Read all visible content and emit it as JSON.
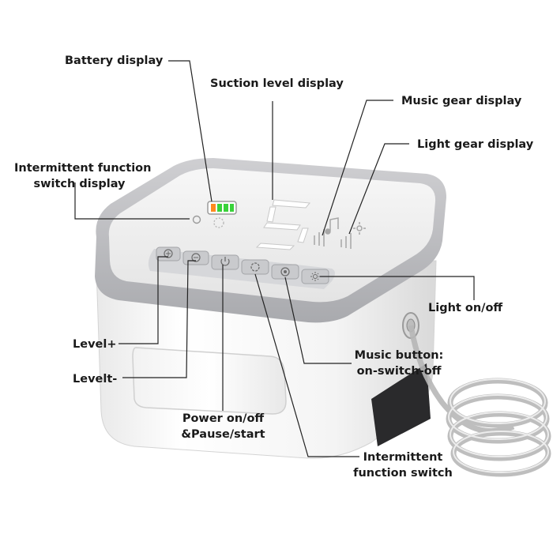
{
  "labels": {
    "battery_display": "Battery display",
    "suction_level_display": "Suction level display",
    "music_gear_display": "Music gear display",
    "light_gear_display": "Light gear display",
    "intermittent_display_line1": "Intermittent function",
    "intermittent_display_line2": "switch display",
    "light_on_off": "Light on/off",
    "level_plus": "Level+",
    "level_minus": "Levelt-",
    "music_button_line1": "Music button:",
    "music_button_line2": "on-switch-off",
    "power_line1": "Power on/off",
    "power_line2": "&Pause/start",
    "intermittent_switch_line1": "Intermittent",
    "intermittent_switch_line2": "function switch"
  },
  "display": {
    "suction_digit": "5"
  },
  "colors": {
    "battery_green": "#39d23a",
    "battery_orange": "#ff8a1f",
    "lid_rim": "#bfc0c3",
    "body": "#f3f3f3"
  },
  "icons": [
    "plus-icon",
    "minus-icon",
    "power-icon",
    "intermittent-icon",
    "music-icon",
    "sun-icon"
  ]
}
